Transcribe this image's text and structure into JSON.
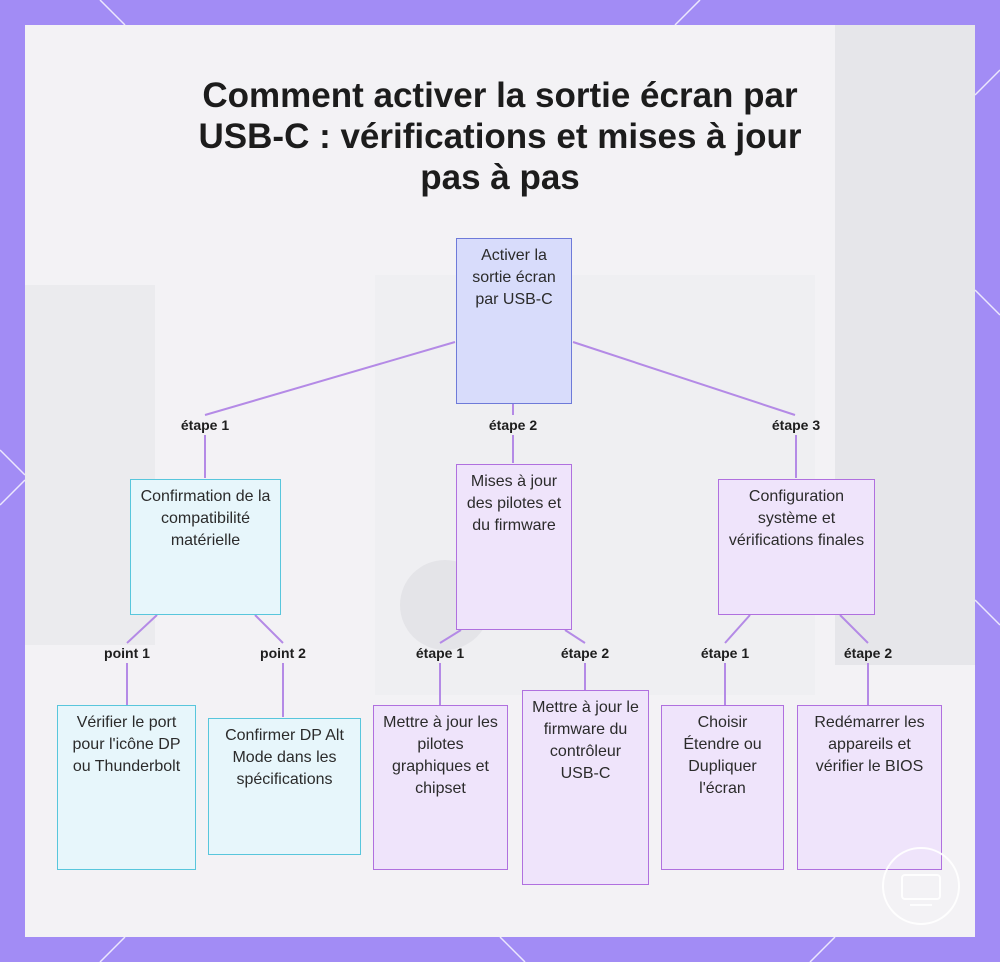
{
  "title": "Comment activer la sortie écran par USB-C : vérifications et mises à jour pas à pas",
  "root": {
    "label": "Activer la sortie écran par USB-C"
  },
  "branches": [
    {
      "edge_label": "étape 1",
      "label": "Confirmation de la compatibilité matérielle",
      "children": [
        {
          "edge_label": "point 1",
          "label": "Vérifier le port pour l'icône DP ou Thunderbolt"
        },
        {
          "edge_label": "point 2",
          "label": "Confirmer DP Alt Mode dans les spécifications"
        }
      ]
    },
    {
      "edge_label": "étape 2",
      "label": "Mises à jour des pilotes et du firmware",
      "children": [
        {
          "edge_label": "étape 1",
          "label": "Mettre à jour les pilotes graphiques et chipset"
        },
        {
          "edge_label": "étape 2",
          "label": "Mettre à jour le firmware du contrôleur USB-C"
        }
      ]
    },
    {
      "edge_label": "étape 3",
      "label": "Configuration système et vérifications finales",
      "children": [
        {
          "edge_label": "étape 1",
          "label": "Choisir Étendre ou Dupliquer l'écran"
        },
        {
          "edge_label": "étape 2",
          "label": "Redémarrer les appareils et vérifier le BIOS"
        }
      ]
    }
  ],
  "colors": {
    "frame": "#a28cf5",
    "root_fill": "#d8dcfb",
    "root_border": "#6e7ad9",
    "hardware_fill": "#e7f6fb",
    "hardware_border": "#58c6dc",
    "step_fill": "#efe4fb",
    "step_border": "#b070df",
    "connector": "#b48ae6"
  },
  "icons": [
    "frame-corner-lines",
    "brand-logo-icon"
  ]
}
